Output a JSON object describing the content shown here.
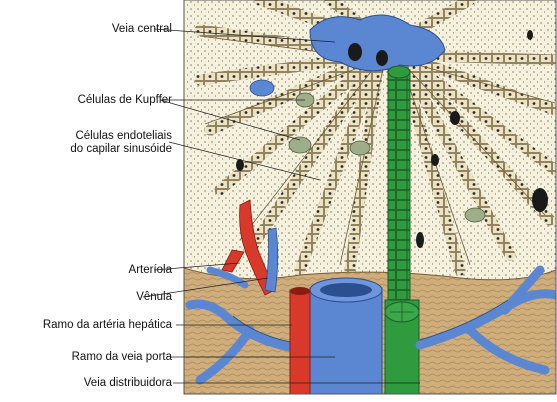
{
  "labels": {
    "central_vein": "Veia central",
    "kupffer": "Células de Kupffer",
    "endothelial_line1": "Células endoteliais",
    "endothelial_line2": "do capilar sinusóide",
    "arteriole": "Arteríola",
    "venule": "Vênula",
    "hepatic_artery_branch": "Ramo da artéria hepática",
    "portal_vein_branch": "Ramo da veia porta",
    "distributing_vein": "Veia distribuidora"
  },
  "colors": {
    "parenchyma": "#f3ecd2",
    "cells": "#ece3c3",
    "cell_border": "#6b5a3a",
    "vein_blue": "#5b86d1",
    "artery_red": "#d8392a",
    "bile_green": "#2f9a3e",
    "stroma": "#c9a877",
    "nucleus": "#2a2a2a"
  }
}
